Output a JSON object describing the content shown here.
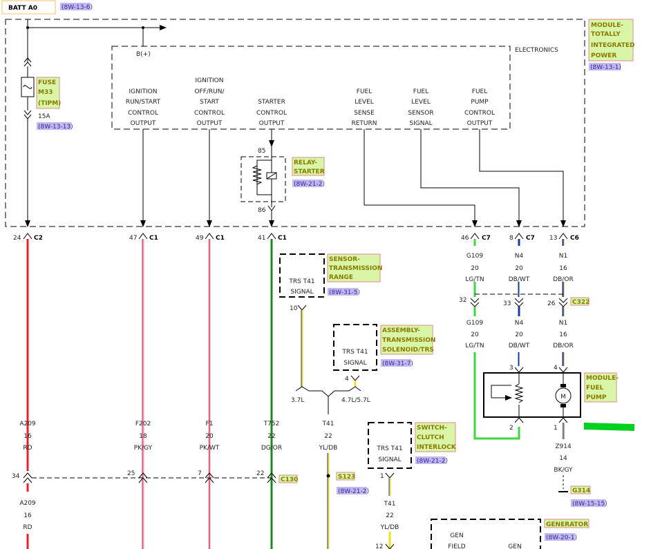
{
  "header": {
    "batt": "BATT A0",
    "batt_ref": "(8W-13-6)"
  },
  "fuse": {
    "label": [
      "FUSE",
      "M33",
      "(TIPM)"
    ],
    "amp": "15A",
    "ref": "(8W-13-13)"
  },
  "module_power": {
    "label": [
      "MODULE-",
      "TOTALLY",
      "INTEGRATED",
      "POWER"
    ],
    "ref": "(8W-13-1)",
    "electronics": "ELECTRONICS",
    "bplus": "B(+)"
  },
  "outputs": [
    {
      "lines": [
        "IGNITION",
        "RUN/START",
        "CONTROL",
        "OUTPUT"
      ]
    },
    {
      "lines": [
        "IGNITION",
        "OFF/RUN/",
        "START",
        "CONTROL",
        "OUTPUT"
      ]
    },
    {
      "lines": [
        "STARTER",
        "CONTROL",
        "OUTPUT"
      ]
    },
    {
      "lines": [
        "FUEL",
        "LEVEL",
        "SENSE",
        "RETURN"
      ]
    },
    {
      "lines": [
        "FUEL",
        "LEVEL",
        "SENSOR",
        "SIGNAL"
      ]
    },
    {
      "lines": [
        "FUEL",
        "PUMP",
        "CONTROL",
        "OUTPUT"
      ]
    }
  ],
  "relay": {
    "label": [
      "RELAY-",
      "STARTER"
    ],
    "ref": "(8W-21-2)",
    "pin85": "85",
    "pin86": "86"
  },
  "connectors": [
    {
      "pin": "24",
      "conn": "C2"
    },
    {
      "pin": "47",
      "conn": "C1"
    },
    {
      "pin": "49",
      "conn": "C1"
    },
    {
      "pin": "41",
      "conn": "C1"
    },
    {
      "pin": "46",
      "conn": "C7"
    },
    {
      "pin": "8",
      "conn": "C7"
    },
    {
      "pin": "13",
      "conn": "C6"
    }
  ],
  "wires_top": [
    {
      "circuit": "G109",
      "gauge": "20",
      "color": "LG/TN"
    },
    {
      "circuit": "N4",
      "gauge": "20",
      "color": "DB/WT"
    },
    {
      "circuit": "N1",
      "gauge": "16",
      "color": "DB/OR"
    }
  ],
  "c322": {
    "name": "C322",
    "pins": [
      "32",
      "33",
      "26"
    ]
  },
  "wires_mid": [
    {
      "circuit": "G109",
      "gauge": "20",
      "color": "LG/TN"
    },
    {
      "circuit": "N4",
      "gauge": "20",
      "color": "DB/WT"
    },
    {
      "circuit": "N1",
      "gauge": "16",
      "color": "DB/OR"
    }
  ],
  "sensor_trs": {
    "label": [
      "SENSOR-",
      "TRANSMISSION",
      "RANGE"
    ],
    "ref": "(8W-31-5)",
    "inner": [
      "TRS T41",
      "SIGNAL"
    ],
    "pin": "10"
  },
  "assembly_trs": {
    "label": [
      "ASSEMBLY-",
      "TRANSMISSION",
      "SOLENOID/TRS"
    ],
    "ref": "(8W-31-7)",
    "inner": [
      "TRS T41",
      "SIGNAL"
    ],
    "pin": "4"
  },
  "engine_split": {
    "left": "3.7L",
    "right": "4.7L/5.7L"
  },
  "wires_bottom": [
    {
      "circuit": "A209",
      "gauge": "16",
      "color": "RD"
    },
    {
      "circuit": "F202",
      "gauge": "18",
      "color": "PK/GY"
    },
    {
      "circuit": "F1",
      "gauge": "20",
      "color": "PK/WT"
    },
    {
      "circuit": "T752",
      "gauge": "22",
      "color": "DG/OR"
    },
    {
      "circuit": "T41",
      "gauge": "22",
      "color": "YL/DB"
    }
  ],
  "c130": {
    "name": "C130",
    "pins": [
      "34",
      "25",
      "7",
      "22"
    ]
  },
  "s123": {
    "name": "S123",
    "ref": "(8W-21-2)"
  },
  "a209_low": {
    "circuit": "A209",
    "gauge": "16",
    "color": "RD"
  },
  "clutch": {
    "label": [
      "SWITCH-",
      "CLUTCH",
      "INTERLOCK"
    ],
    "ref": "(8W-21-2)",
    "inner": [
      "TRS T41",
      "SIGNAL"
    ],
    "pin": "1",
    "wire": {
      "circuit": "T41",
      "gauge": "22",
      "color": "YL/DB"
    },
    "pin_low": "12"
  },
  "fuel_pump": {
    "label": [
      "MODULE-",
      "FUEL",
      "PUMP"
    ],
    "pins": [
      "3",
      "4",
      "2",
      "1"
    ],
    "motor": "M"
  },
  "ground_wire": {
    "circuit": "Z914",
    "gauge": "14",
    "color": "BK/GY"
  },
  "g314": {
    "name": "G314",
    "ref": "(8W-15-15)"
  },
  "generator": {
    "label": "GENERATOR",
    "ref": "(8W-20-1)",
    "inner_left": [
      "GEN",
      "FIELD"
    ],
    "inner_right": "GEN"
  },
  "colors": {
    "red": "#e8202a",
    "pink": "#f5a0b0",
    "dkgreen": "#1a8a1a",
    "yellow": "#f0e020",
    "ltgreen": "#3ad83a",
    "blue": "#1a3aa0",
    "orange": "#f0a020",
    "gray": "#888888",
    "label_bg": "#d8f5a8",
    "label_border": "#e08a8a",
    "ref_bg": "#c4b8f0"
  }
}
